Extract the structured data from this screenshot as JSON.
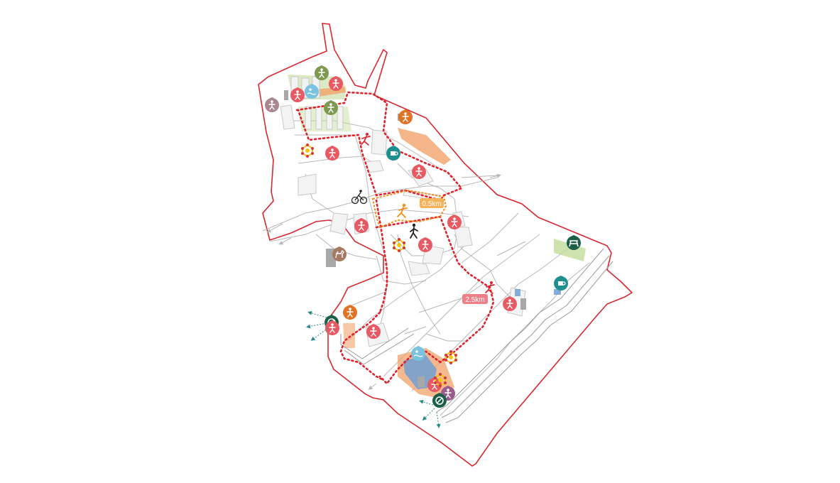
{
  "map": {
    "colors": {
      "boundary": "#d7282f",
      "road": "#b8b8b8",
      "building_fill": "#f3f3f3",
      "building_stroke": "#c9c9c9",
      "building_dark": "#a8a8a8",
      "route_long": "#e0202a",
      "route_short": "#f28c1b",
      "label_short_bg": "#f7b35a",
      "label_long_bg": "#ef7f86",
      "pin_red": "#e75a63",
      "pin_olive": "#7e9a52",
      "pin_orange": "#e07426",
      "pin_mauve": "#a8878f",
      "pin_brown": "#a57a62",
      "pin_teal": "#1f8e8e",
      "pin_darkgreen": "#1d5e48",
      "pin_lightblue": "#79c2e0",
      "pin_purple": "#9a5c8c",
      "playground_yellow": "#f2c511",
      "sand": "#f1a26a",
      "garden_green": "#c3dc9a",
      "water": "#6e9fd4"
    },
    "route_labels": [
      {
        "text": "0.5km",
        "route": "short"
      },
      {
        "text": "2.5km",
        "route": "long"
      }
    ],
    "icons": [
      "sports-pin-icon",
      "playground-icon",
      "cafe-pin-icon",
      "picnic-pin-icon",
      "running-icon",
      "walking-icon",
      "cycling-icon",
      "fitness-pin-icon",
      "no-entry-pin-icon",
      "dog-walk-pin-icon"
    ]
  }
}
